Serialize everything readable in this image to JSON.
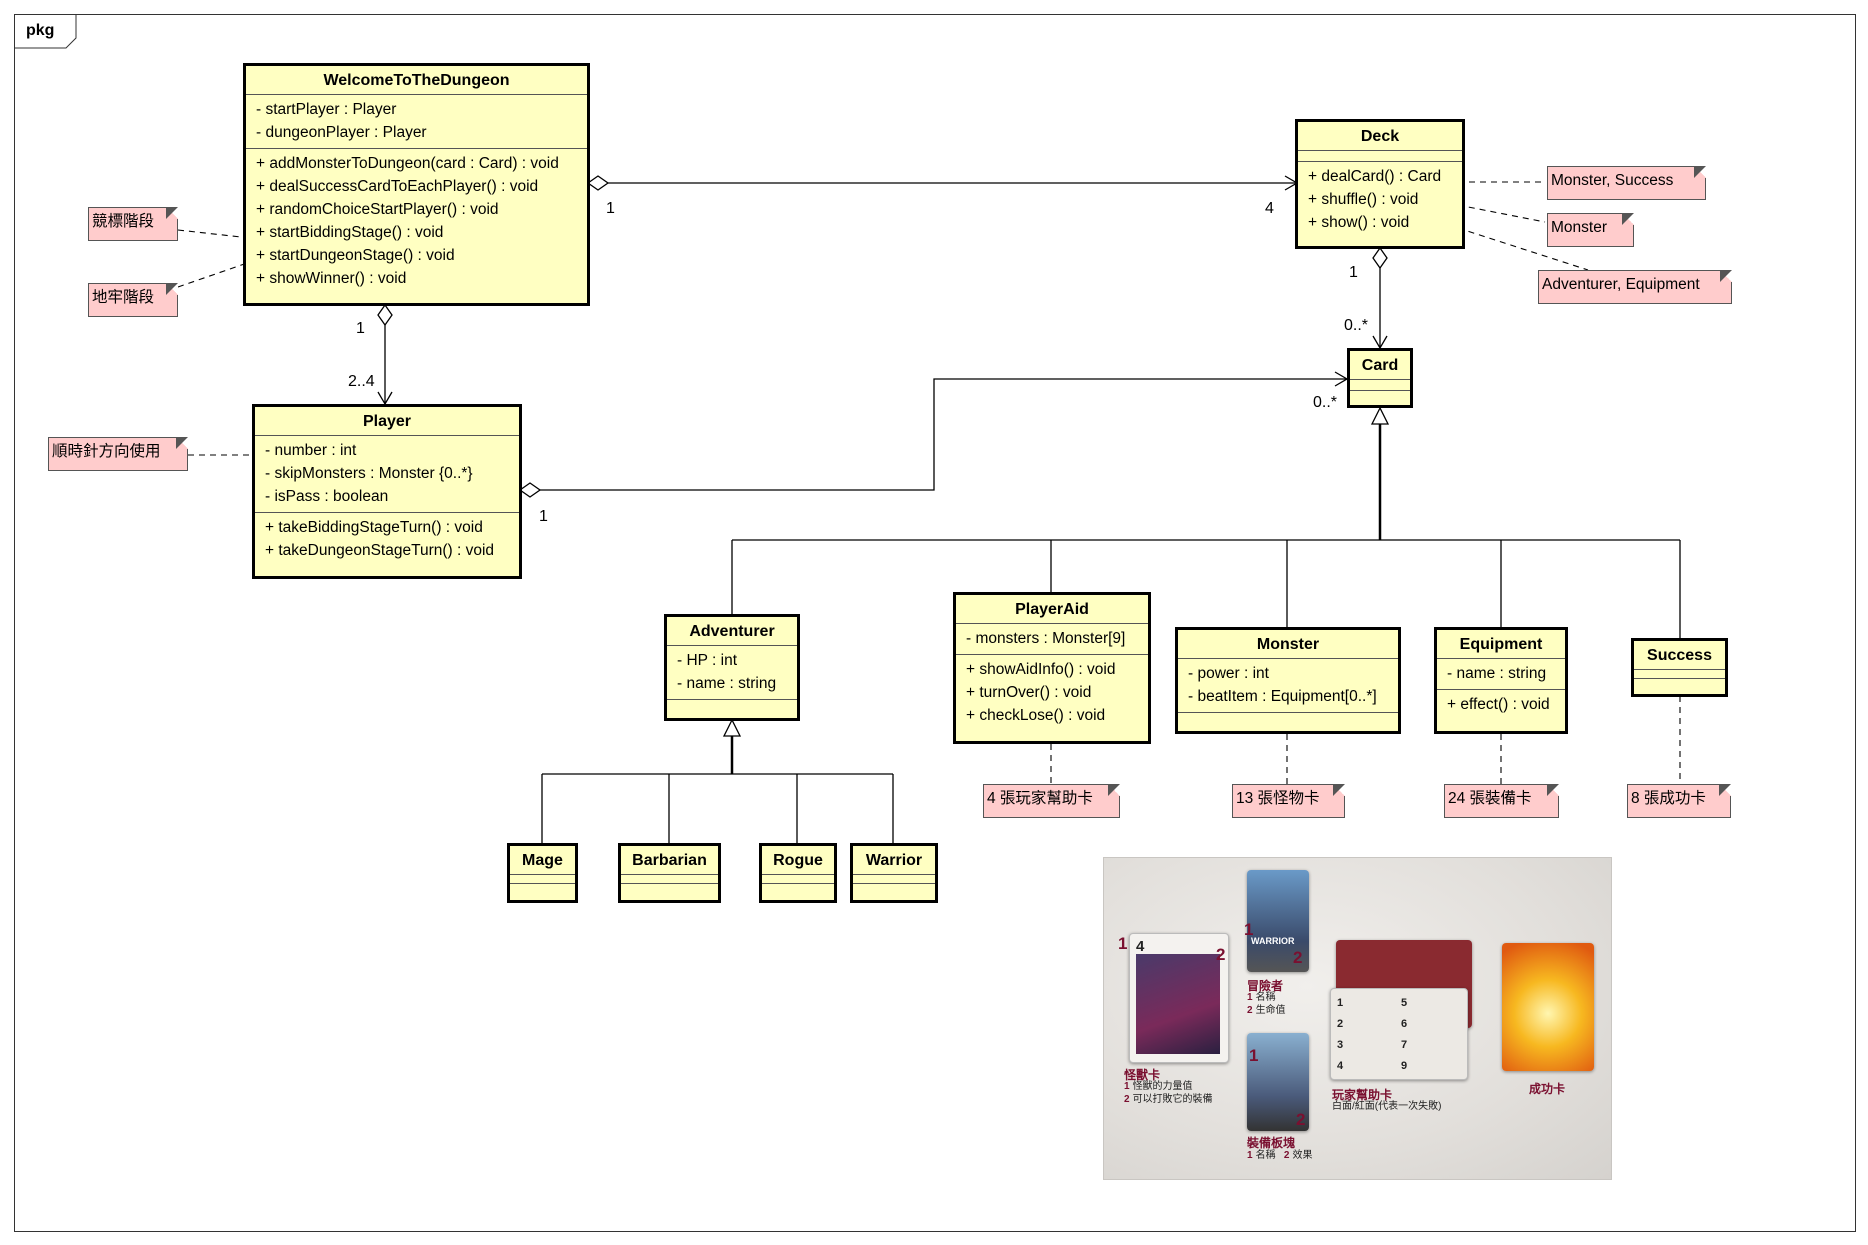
{
  "package_label": "pkg",
  "classes": {
    "welcome": {
      "name": "WelcomeToTheDungeon",
      "attributes": [
        "- startPlayer : Player",
        "- dungeonPlayer : Player"
      ],
      "operations": [
        "+ addMonsterToDungeon(card : Card) : void",
        "+ dealSuccessCardToEachPlayer() : void",
        "+ randomChoiceStartPlayer() : void",
        "+ startBiddingStage() : void",
        "+ startDungeonStage() : void",
        "+ showWinner() : void"
      ]
    },
    "deck": {
      "name": "Deck",
      "attributes": [],
      "operations": [
        "+ dealCard() : Card",
        "+ shuffle() : void",
        "+ show() : void"
      ]
    },
    "player": {
      "name": "Player",
      "attributes": [
        "- number : int",
        "- skipMonsters : Monster {0..*}",
        "- isPass : boolean"
      ],
      "operations": [
        "+ takeBiddingStageTurn() : void",
        "+ takeDungeonStageTurn() : void"
      ]
    },
    "card": {
      "name": "Card"
    },
    "adventurer": {
      "name": "Adventurer",
      "attributes": [
        "- HP : int",
        "- name : string"
      ]
    },
    "playeraid": {
      "name": "PlayerAid",
      "attributes": [
        "- monsters : Monster[9]"
      ],
      "operations": [
        "+ showAidInfo() : void",
        "+ turnOver() : void",
        "+ checkLose() : void"
      ]
    },
    "monster": {
      "name": "Monster",
      "attributes": [
        "- power : int",
        "- beatItem : Equipment[0..*]"
      ]
    },
    "equipment": {
      "name": "Equipment",
      "attributes": [
        "- name : string"
      ],
      "operations": [
        "+ effect() : void"
      ]
    },
    "success": {
      "name": "Success"
    },
    "mage": {
      "name": "Mage"
    },
    "barbarian": {
      "name": "Barbarian"
    },
    "rogue": {
      "name": "Rogue"
    },
    "warrior": {
      "name": "Warrior"
    }
  },
  "notes": {
    "bidding": "競標階段",
    "dungeon": "地牢階段",
    "clockwise": "順時針方向使用",
    "deal_types": "Monster, Success",
    "shuffle_types": "Monster",
    "show_types": "Adventurer, Equipment",
    "aid_count": "4 張玩家幫助卡",
    "monster_count": "13 張怪物卡",
    "equipment_count": "24 張裝備卡",
    "success_count": "8 張成功卡"
  },
  "multiplicities": {
    "welcome_deck_src": "1",
    "welcome_deck_dst": "4",
    "welcome_player_src": "1",
    "welcome_player_dst": "2..4",
    "deck_card_src": "1",
    "deck_card_dst": "0..*",
    "player_card_src": "1",
    "player_card_dst": "0..*"
  },
  "photo": {
    "monster_label": "怪獸卡",
    "monster_sub": [
      {
        "n": "1",
        "t": "怪獸的力量值"
      },
      {
        "n": "2",
        "t": "可以打敗它的裝備"
      }
    ],
    "adventurer_label": "冒險者",
    "adventurer_sub": [
      {
        "n": "1",
        "t": "名稱"
      },
      {
        "n": "2",
        "t": "生命值"
      }
    ],
    "warrior_word": "WARRIOR",
    "equipment_label": "裝備板塊",
    "equipment_sub": [
      {
        "n": "1",
        "t": "名稱"
      },
      {
        "n": "2",
        "t": "效果"
      }
    ],
    "aid_label": "玩家幫助卡",
    "aid_sub": "白面/紅面(代表一次失敗)",
    "success_label": "成功卡",
    "monster_power": "4",
    "aid_rows": [
      "1",
      "2",
      "3",
      "4",
      "5",
      "6",
      "7",
      "9"
    ]
  },
  "colors": {
    "class_fill": "#ffffc2",
    "note_fill": "#ffcccc",
    "photo_accent": "#7a1030"
  }
}
